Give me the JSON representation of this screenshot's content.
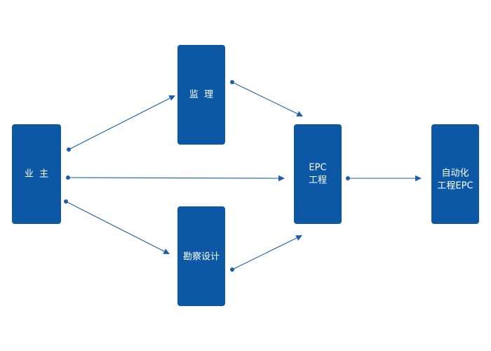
{
  "colors": {
    "node_fill": "#0d58a5",
    "node_text": "#ffffff",
    "edge": "#1d5ea8",
    "background": "#ffffff"
  },
  "nodes": {
    "owner": {
      "label": "业  主"
    },
    "supervision": {
      "label": "监  理"
    },
    "survey_design": {
      "label": "勘察设计"
    },
    "epc": {
      "line1": "EPC",
      "line2": "工程"
    },
    "automation_epc": {
      "line1": "自动化",
      "line2": "工程EPC"
    }
  },
  "edges": [
    {
      "from": "owner",
      "to": "supervision"
    },
    {
      "from": "owner",
      "to": "epc"
    },
    {
      "from": "owner",
      "to": "survey_design"
    },
    {
      "from": "supervision",
      "to": "epc"
    },
    {
      "from": "survey_design",
      "to": "epc"
    },
    {
      "from": "epc",
      "to": "automation_epc"
    }
  ]
}
